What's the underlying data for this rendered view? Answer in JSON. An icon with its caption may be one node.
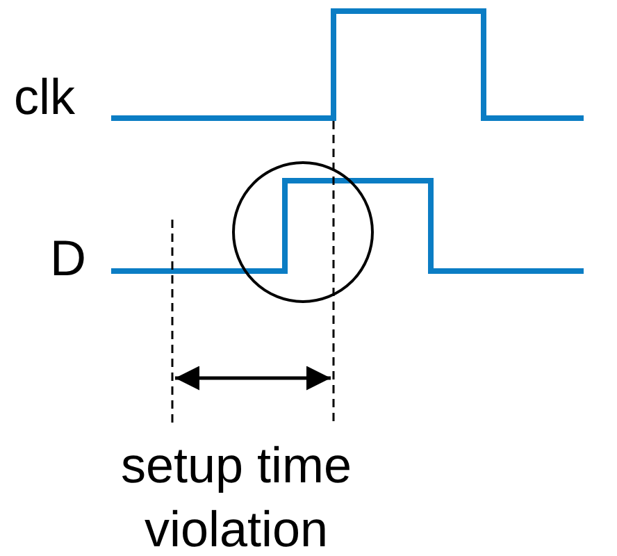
{
  "diagram": {
    "labels": [
      "clk",
      "D",
      "setup time violation"
    ]
  }
}
